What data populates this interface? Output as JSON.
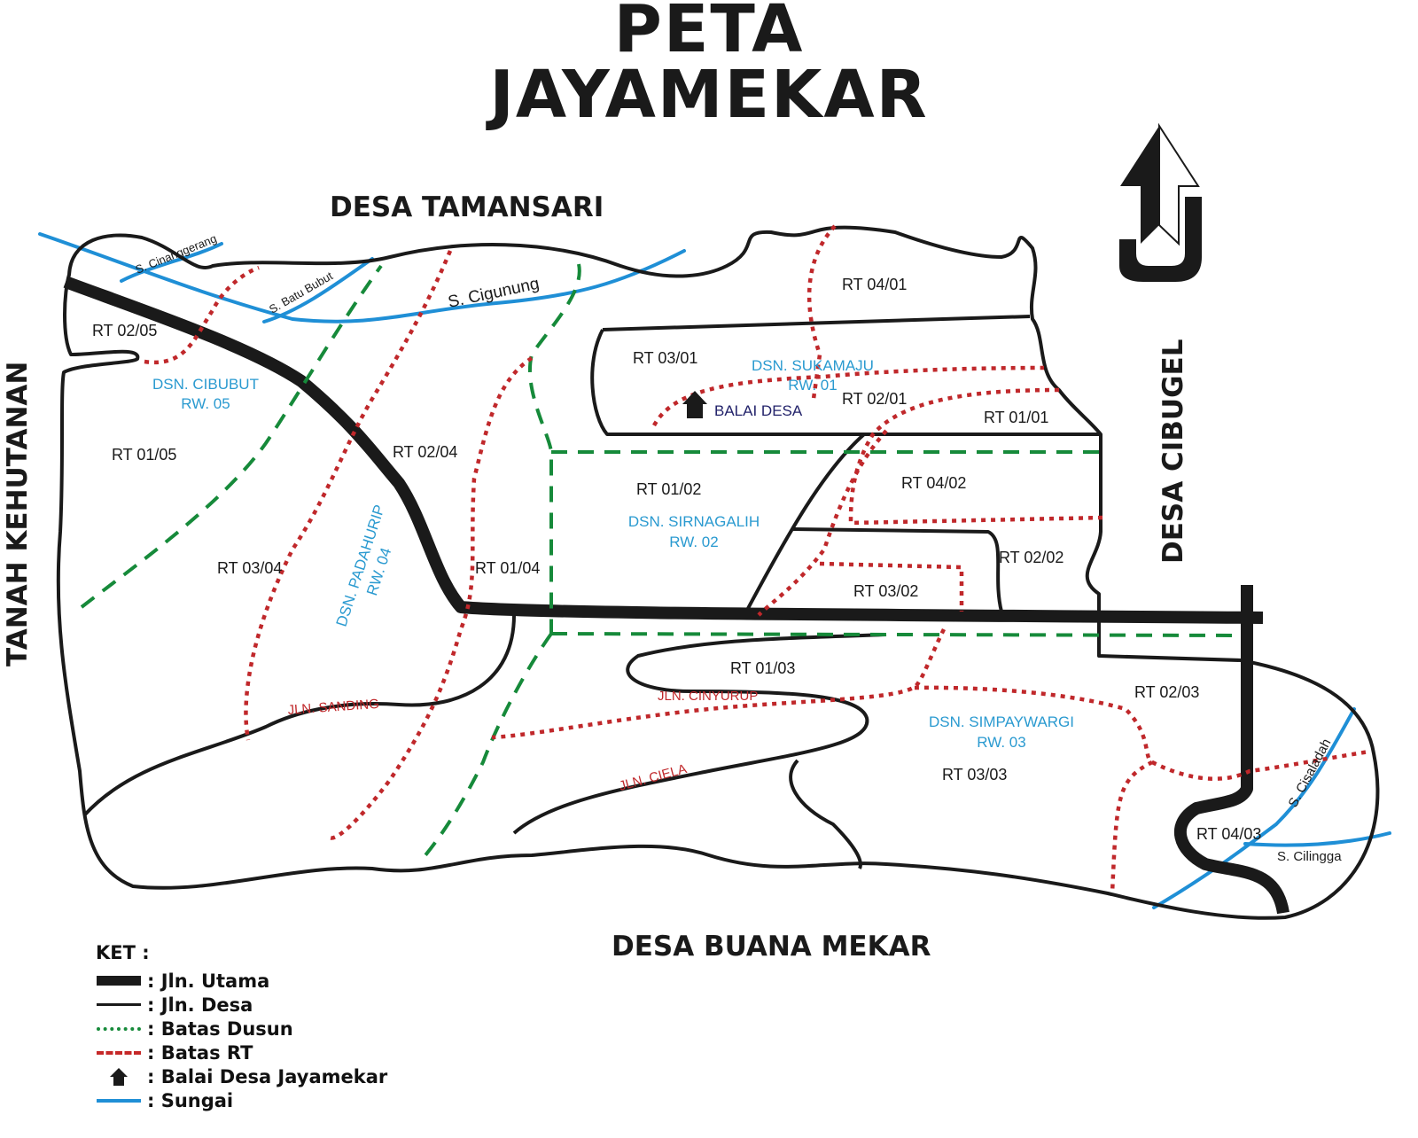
{
  "title": {
    "line1": "PETA",
    "line2": "JAYAMEKAR"
  },
  "borders": {
    "north": "DESA TAMANSARI",
    "south": "DESA BUANA MEKAR",
    "east": "DESA CIBUGEL",
    "west": "TANAH KEHUTANAN"
  },
  "compass": {
    "letter": "U",
    "meaning": "north-arrow"
  },
  "colors": {
    "main_road": "#1a1a1a",
    "village_road": "#1a1a1a",
    "dusun_boundary": "#168a3a",
    "rt_boundary": "#c0282b",
    "river": "#1f8fd6",
    "dusun_label": "#2a9ad0",
    "street_label": "#c0282b",
    "balai_label": "#22226a"
  },
  "rivers": [
    {
      "name": "S. Cinanggerang"
    },
    {
      "name": "S. Batu Bubut"
    },
    {
      "name": "S. Cigunung"
    },
    {
      "name": "S. Cisaladah"
    },
    {
      "name": "S. Cilingga"
    }
  ],
  "dusun": [
    {
      "name": "DSN. SUKAMAJU",
      "rw": "RW. 01"
    },
    {
      "name": "DSN. SIRNAGALIH",
      "rw": "RW. 02"
    },
    {
      "name": "DSN. SIMPAYWARGI",
      "rw": "RW. 03"
    },
    {
      "name": "DSN. PADAHURIP",
      "rw": "RW. 04"
    },
    {
      "name": "DSN. CIBUBUT",
      "rw": "RW. 05"
    }
  ],
  "rt_areas": [
    "RT 04/01",
    "RT 03/01",
    "RT 02/01",
    "RT 01/01",
    "RT 01/02",
    "RT 04/02",
    "RT 02/02",
    "RT 03/02",
    "RT 01/03",
    "RT 02/03",
    "RT 03/03",
    "RT 04/03",
    "RT 02/04",
    "RT 01/04",
    "RT 03/04",
    "RT 02/05",
    "RT 01/05"
  ],
  "streets": [
    {
      "name": "JLN. SANDING"
    },
    {
      "name": "JLN. CINYURUP"
    },
    {
      "name": "JLN. CIELA"
    }
  ],
  "landmark": {
    "label": "BALAI DESA"
  },
  "legend": {
    "title": "KET  :",
    "items": [
      {
        "symbol": "main-road",
        "label": ": Jln. Utama"
      },
      {
        "symbol": "village-road",
        "label": ": Jln. Desa"
      },
      {
        "symbol": "dusun-boundary",
        "label": ": Batas Dusun"
      },
      {
        "symbol": "rt-boundary",
        "label": ": Batas RT"
      },
      {
        "symbol": "village-hall",
        "label": ": Balai Desa Jayamekar"
      },
      {
        "symbol": "river",
        "label": ": Sungai"
      }
    ]
  }
}
